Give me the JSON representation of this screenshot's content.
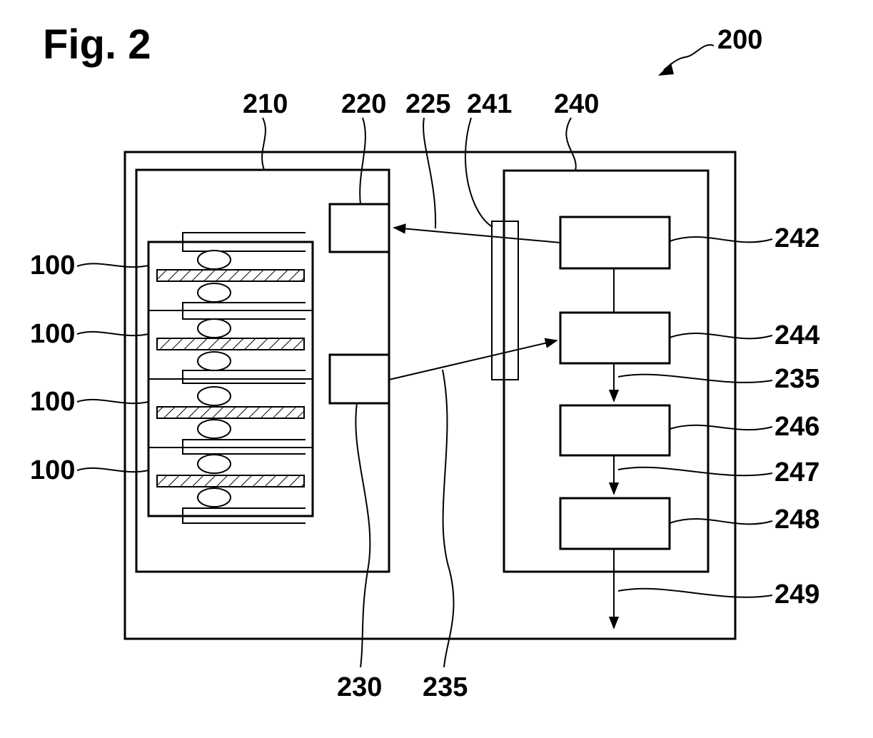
{
  "figure": {
    "title": "Fig. 2",
    "labels": {
      "system": "200",
      "unit_210": "210",
      "unit_220": "220",
      "signal_225": "225",
      "unit_241": "241",
      "unit_240": "240",
      "cell_1": "100",
      "cell_2": "100",
      "cell_3": "100",
      "cell_4": "100",
      "block_242": "242",
      "block_244": "244",
      "signal_235_right": "235",
      "block_246": "246",
      "signal_247": "247",
      "block_248": "248",
      "signal_249": "249",
      "unit_230": "230",
      "signal_235_bottom": "235"
    }
  }
}
